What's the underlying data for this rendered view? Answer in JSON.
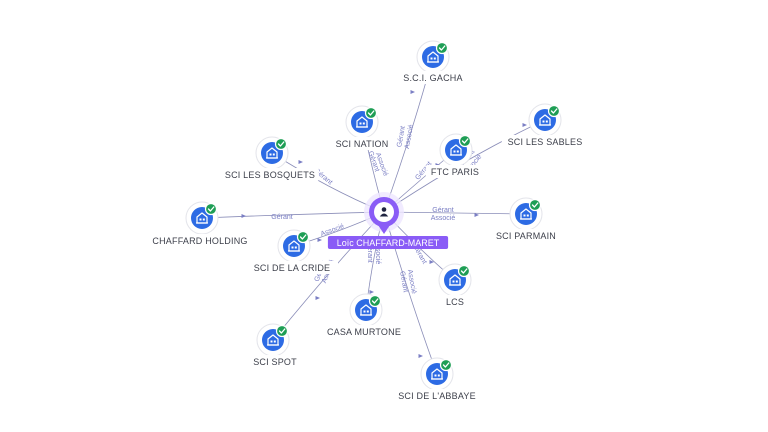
{
  "colors": {
    "node_blue": "#2d6be4",
    "check_green": "#1e9e55",
    "center_purple": "#8a5cf6",
    "edge_color": "#8a8db8",
    "edge_label_color": "#7b7fc4"
  },
  "icons": {
    "company": "building-icon",
    "status": "check-badge-icon",
    "person": "person-icon"
  },
  "center": {
    "name": "Loïc CHAFFARD-MARET"
  },
  "companies": [
    {
      "id": "gacha",
      "name": "S.C.I. GACHA"
    },
    {
      "id": "nation",
      "name": "SCI NATION"
    },
    {
      "id": "sables",
      "name": "SCI LES SABLES"
    },
    {
      "id": "bosquets",
      "name": "SCI LES BOSQUETS"
    },
    {
      "id": "ftc",
      "name": "FTC PARIS"
    },
    {
      "id": "chaffard",
      "name": "CHAFFARD HOLDING"
    },
    {
      "id": "parmain",
      "name": "SCI PARMAIN"
    },
    {
      "id": "cride",
      "name": "SCI DE LA CRIDE"
    },
    {
      "id": "lcs",
      "name": "LCS"
    },
    {
      "id": "murtone",
      "name": "CASA MURTONE"
    },
    {
      "id": "spot",
      "name": "SCI SPOT"
    },
    {
      "id": "labbaye",
      "name": "SCI DE L'ABBAYE"
    }
  ],
  "relations": [
    {
      "target": "gacha",
      "labels": [
        "Gérant",
        "Associé"
      ]
    },
    {
      "target": "nation",
      "labels": [
        "Gérant",
        "Associé"
      ]
    },
    {
      "target": "sables",
      "labels": [
        "Gérant",
        "Associé"
      ]
    },
    {
      "target": "bosquets",
      "labels": [
        "Gérant"
      ]
    },
    {
      "target": "ftc",
      "labels": [
        "Gérant"
      ]
    },
    {
      "target": "chaffard",
      "labels": [
        "Gérant"
      ]
    },
    {
      "target": "parmain",
      "labels": [
        "Gérant",
        "Associé"
      ]
    },
    {
      "target": "cride",
      "labels": [
        "Associé"
      ]
    },
    {
      "target": "lcs",
      "labels": [
        "Gérant"
      ]
    },
    {
      "target": "murtone",
      "labels": [
        "Gérant",
        "Associé"
      ]
    },
    {
      "target": "spot",
      "labels": [
        "Gérant",
        "Associé"
      ]
    },
    {
      "target": "labbaye",
      "labels": [
        "Gérant",
        "Associé"
      ]
    }
  ]
}
